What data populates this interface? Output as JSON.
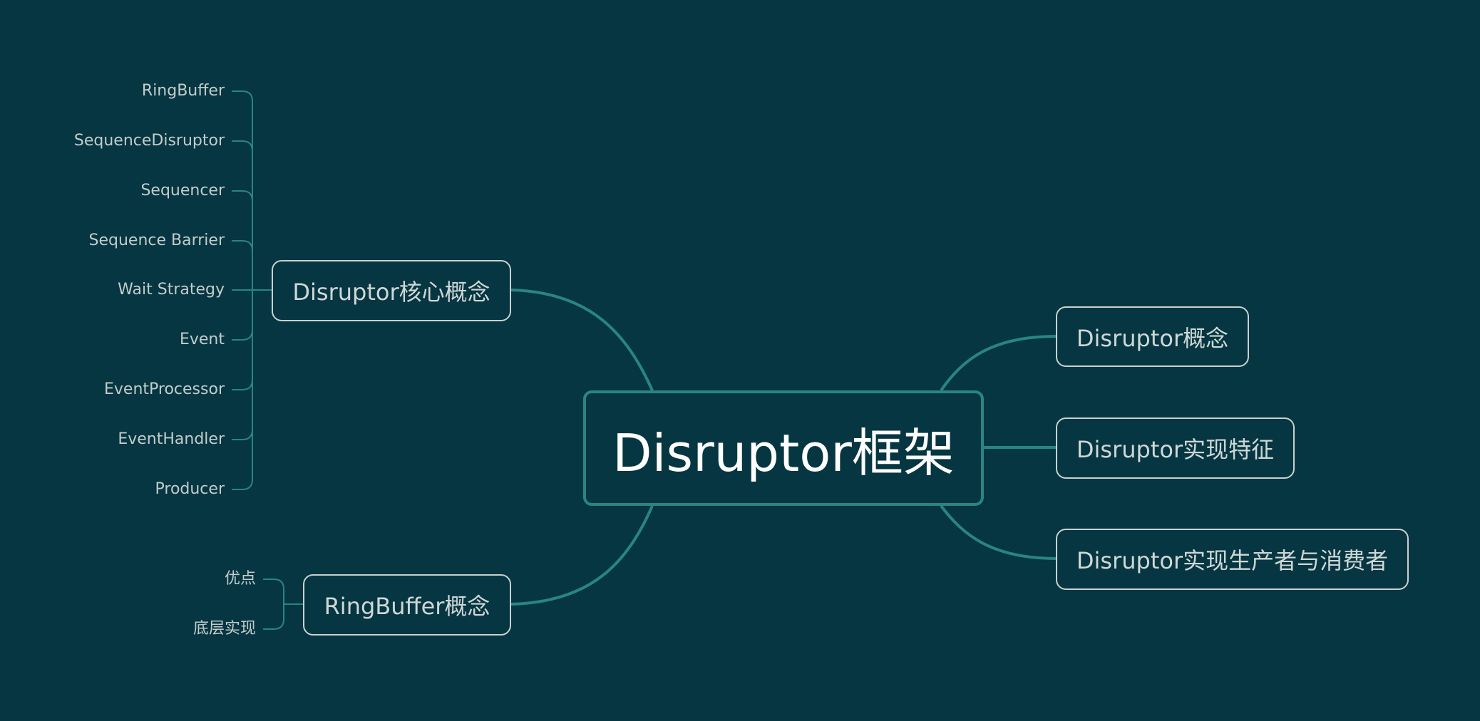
{
  "mindmap": {
    "root": "Disruptor框架",
    "left_branches": [
      {
        "label": "Disruptor核心概念",
        "children": [
          "RingBuffer",
          "SequenceDisruptor",
          "Sequencer",
          "Sequence Barrier",
          "Wait Strategy",
          "Event",
          "EventProcessor",
          "EventHandler",
          "Producer"
        ]
      },
      {
        "label": "RingBuffer概念",
        "children": [
          "优点",
          "底层实现"
        ]
      }
    ],
    "right_branches": [
      {
        "label": "Disruptor概念"
      },
      {
        "label": "Disruptor实现特征"
      },
      {
        "label": "Disruptor实现生产者与消费者"
      }
    ]
  },
  "colors": {
    "background": "#053642",
    "connector": "#2a8580",
    "root_text": "#ffffff",
    "branch_border": "#c9d1d0",
    "node_text": "#cfd7d6"
  }
}
